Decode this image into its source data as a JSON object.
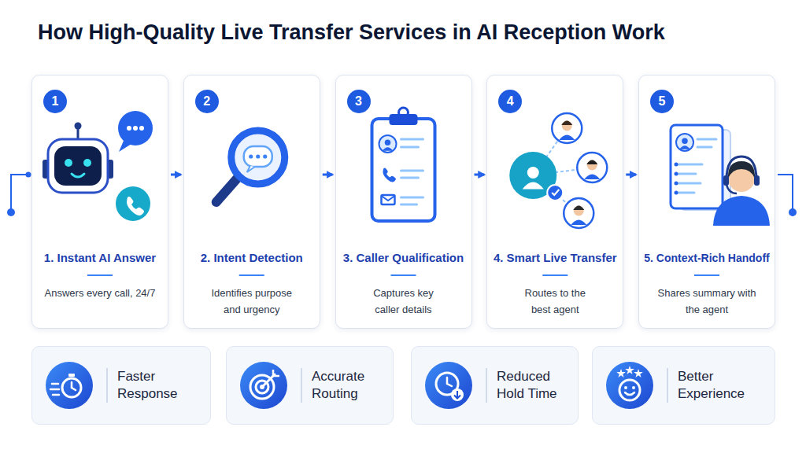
{
  "diagram": {
    "title": "How High-Quality Live Transfer Services in AI Reception Work",
    "nodes": [
      {
        "text": [
          "1. Instant AI Answer",
          "Answers every call, 24/7"
        ]
      },
      {
        "text": [
          "1"
        ],
        "in": 0
      },
      {
        "text": [
          "2. Intent Detection",
          "Identifies purpose and urgency"
        ]
      },
      {
        "text": [
          "2"
        ],
        "in": 2
      },
      {
        "text": [
          "3. Caller Qualification",
          "Captures key caller details"
        ]
      },
      {
        "text": [
          "3"
        ],
        "in": 4
      },
      {
        "text": [
          "4. Smart Live Transfer",
          "Routes to the best agent"
        ]
      },
      {
        "text": [
          "4"
        ],
        "in": 6
      },
      {
        "text": [
          "5. Context-Rich Handoff",
          "Shares summary with the agent"
        ]
      },
      {
        "text": [
          "5"
        ],
        "in": 8
      },
      {
        "text": [
          "Faster Response"
        ]
      },
      {
        "text": [
          "Accurate Routing"
        ]
      },
      {
        "text": [
          "Reduced Hold Time"
        ]
      },
      {
        "text": [
          "Better Experience"
        ]
      }
    ],
    "edges": [
      {
        "from": 0,
        "to": 2,
        "arrow": "to"
      },
      {
        "from": 2,
        "to": 4,
        "arrow": "to"
      },
      {
        "from": 4,
        "to": 6,
        "arrow": "to"
      },
      {
        "from": 6,
        "to": 8,
        "arrow": "to"
      }
    ]
  }
}
